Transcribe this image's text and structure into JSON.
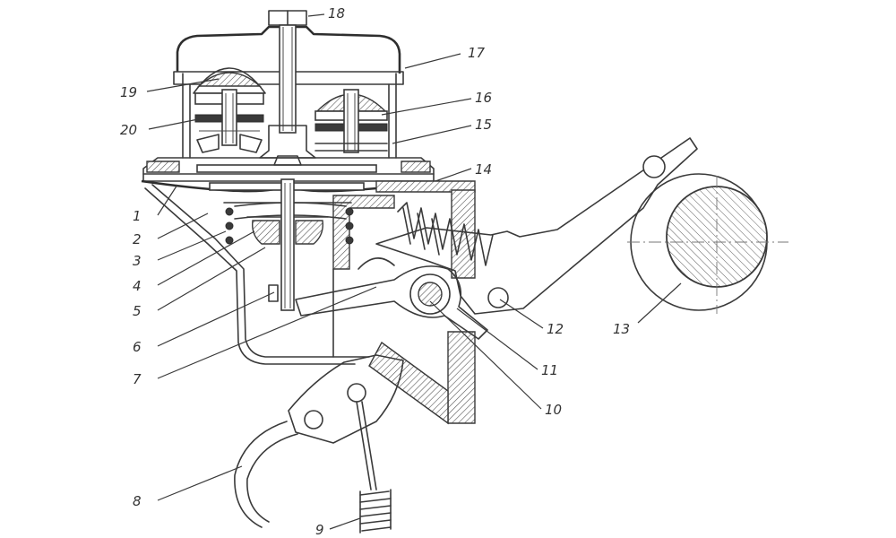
{
  "diagram": {
    "callouts": [
      {
        "id": "1",
        "text": "1"
      },
      {
        "id": "2",
        "text": "2"
      },
      {
        "id": "3",
        "text": "3"
      },
      {
        "id": "4",
        "text": "4"
      },
      {
        "id": "5",
        "text": "5"
      },
      {
        "id": "6",
        "text": "6"
      },
      {
        "id": "7",
        "text": "7"
      },
      {
        "id": "8",
        "text": "8"
      },
      {
        "id": "9",
        "text": "9"
      },
      {
        "id": "10",
        "text": "10"
      },
      {
        "id": "11",
        "text": "11"
      },
      {
        "id": "12",
        "text": "12"
      },
      {
        "id": "13",
        "text": "13"
      },
      {
        "id": "14",
        "text": "14"
      },
      {
        "id": "15",
        "text": "15"
      },
      {
        "id": "16",
        "text": "16"
      },
      {
        "id": "17",
        "text": "17"
      },
      {
        "id": "18",
        "text": "18"
      },
      {
        "id": "19",
        "text": "19"
      },
      {
        "id": "20",
        "text": "20"
      }
    ],
    "colors": {
      "line": "#3a3a3a",
      "background": "#ffffff"
    }
  }
}
